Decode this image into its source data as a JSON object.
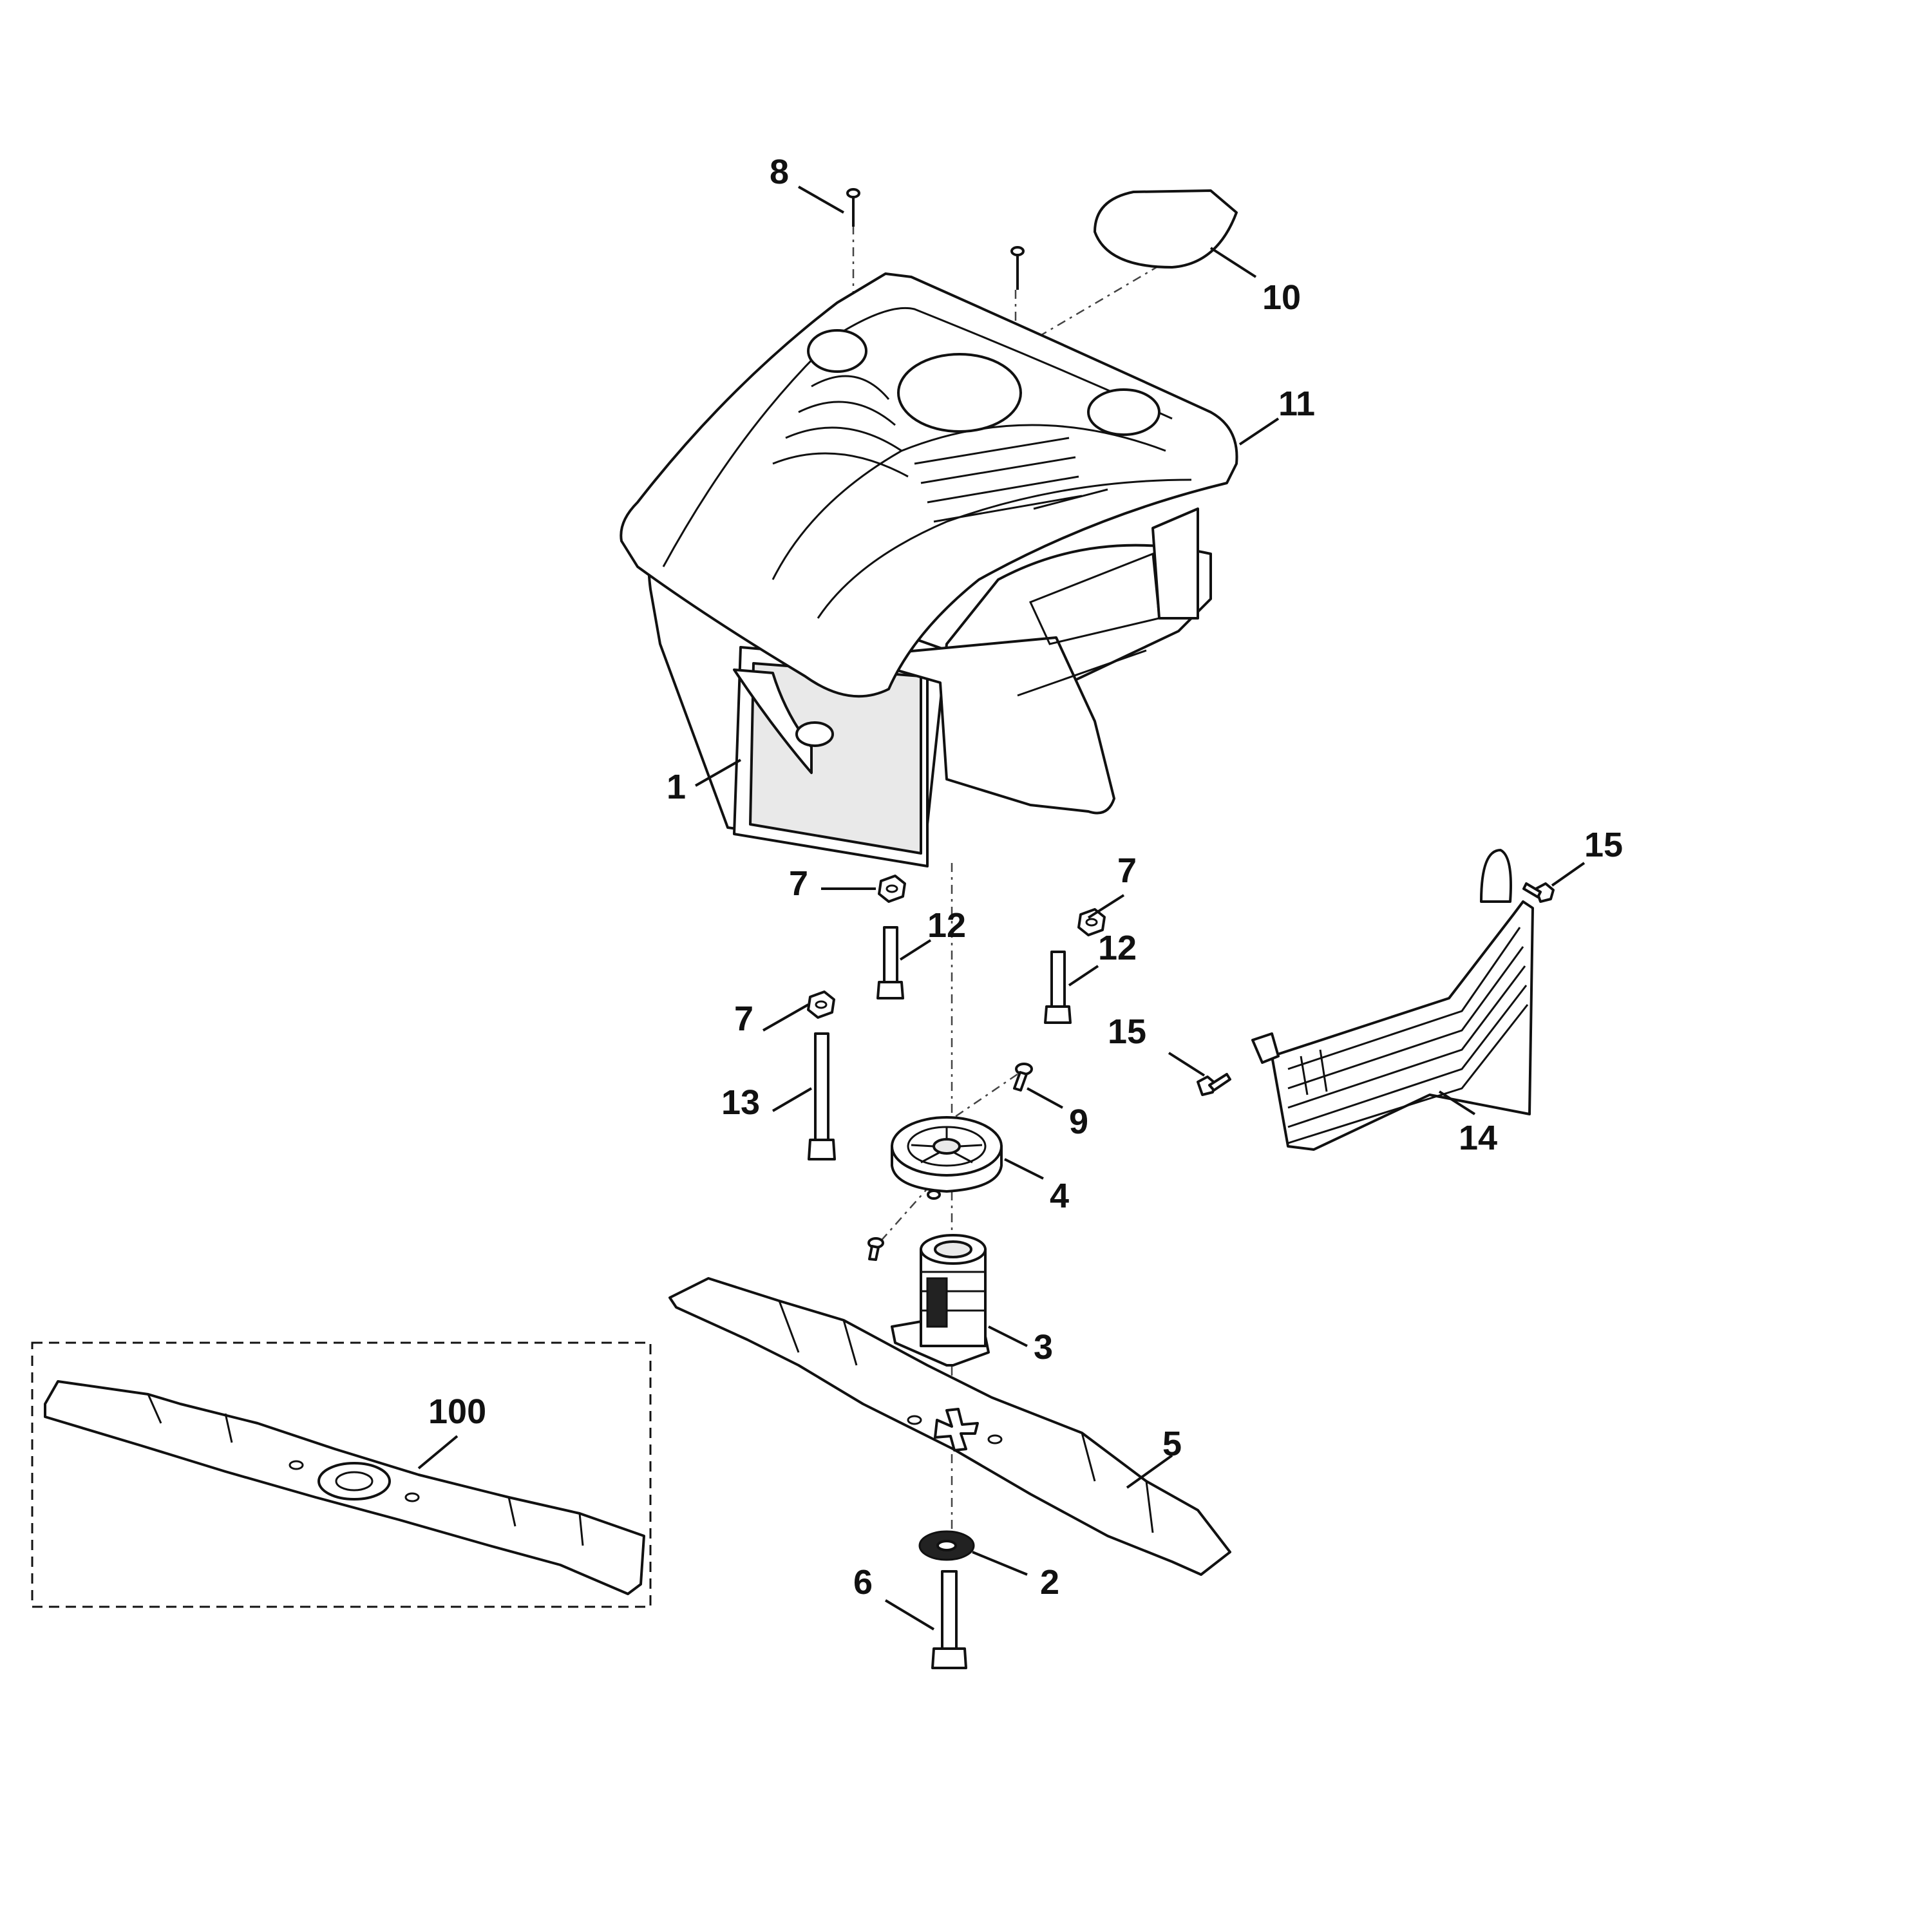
{
  "callouts": [
    {
      "id": "1",
      "text": "1"
    },
    {
      "id": "2",
      "text": "2"
    },
    {
      "id": "3",
      "text": "3"
    },
    {
      "id": "4",
      "text": "4"
    },
    {
      "id": "5",
      "text": "5"
    },
    {
      "id": "6",
      "text": "6"
    },
    {
      "id": "7a",
      "text": "7"
    },
    {
      "id": "7b",
      "text": "7"
    },
    {
      "id": "7c",
      "text": "7"
    },
    {
      "id": "8",
      "text": "8"
    },
    {
      "id": "9",
      "text": "9"
    },
    {
      "id": "10",
      "text": "10"
    },
    {
      "id": "11",
      "text": "11"
    },
    {
      "id": "12a",
      "text": "12"
    },
    {
      "id": "12b",
      "text": "12"
    },
    {
      "id": "13",
      "text": "13"
    },
    {
      "id": "14",
      "text": "14"
    },
    {
      "id": "15a",
      "text": "15"
    },
    {
      "id": "15b",
      "text": "15"
    },
    {
      "id": "100",
      "text": "100"
    }
  ]
}
